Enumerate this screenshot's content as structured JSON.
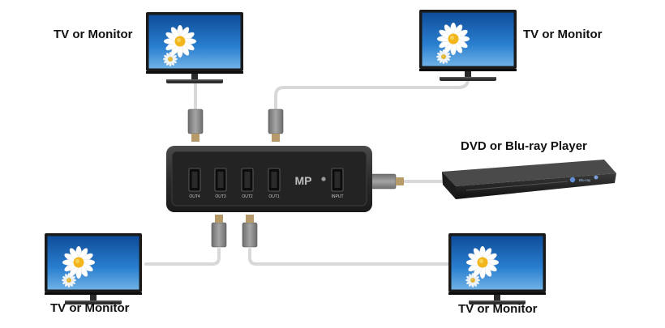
{
  "labels": {
    "tv_top_left": "TV or Monitor",
    "tv_top_right": "TV or Monitor",
    "tv_bottom_left": "TV or Monitor",
    "tv_bottom_right": "TV or Monitor",
    "player": "DVD or Blu-ray Player"
  },
  "splitter": {
    "logo": "MP",
    "ports": {
      "out4": "OUT4",
      "out3": "OUT3",
      "out2": "OUT2",
      "out1": "OUT1",
      "input": "INPUT"
    }
  },
  "player_brand": "Blu-ray",
  "colors": {
    "cable": "#d8d8d8",
    "screen_sky": "#1f63b3",
    "splitter_body": "#2b2b2b",
    "connector": "#8a8a8a"
  },
  "icons": [
    "daisy-icon",
    "hdmi-port-icon",
    "blu-ray-logo-icon"
  ]
}
